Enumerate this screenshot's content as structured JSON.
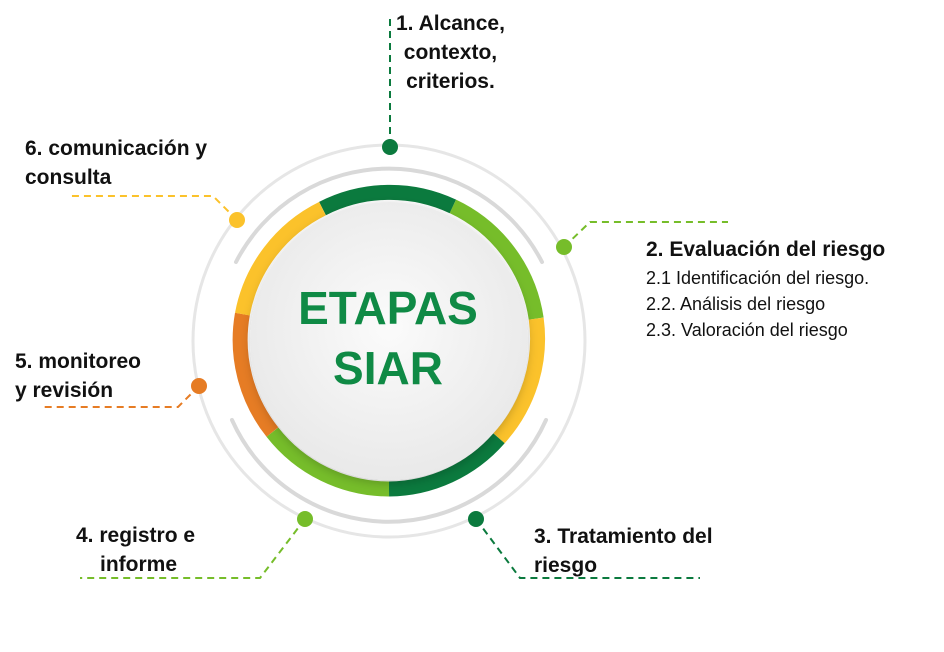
{
  "center": {
    "line1": "ETAPAS",
    "line2": "SIAR",
    "color": "#0f8a45"
  },
  "stages": [
    {
      "id": "alcance",
      "lines": [
        "1. Alcance,",
        "contexto,",
        "criterios."
      ],
      "color": "#0b7a3e"
    },
    {
      "id": "evaluacion",
      "lines": [
        "2. Evaluación del riesgo"
      ],
      "sublines": [
        "2.1 Identificación del riesgo.",
        "2.2. Análisis del riesgo",
        "2.3. Valoración del riesgo"
      ],
      "color": "#76bd2a"
    },
    {
      "id": "tratamiento",
      "lines": [
        "3. Tratamiento del",
        "riesgo"
      ],
      "color": "#0b7a3e"
    },
    {
      "id": "registro",
      "lines": [
        "4. registro e",
        "informe"
      ],
      "color": "#76bd2a"
    },
    {
      "id": "monitoreo",
      "lines": [
        "5. monitoreo",
        "y revisión"
      ],
      "color": "#e67c24"
    },
    {
      "id": "comunicacion",
      "lines": [
        "6. comunicación y",
        "consulta"
      ],
      "color": "#fbc22b"
    }
  ],
  "palette": {
    "dark_green": "#0b7a3e",
    "light_green": "#76bd2a",
    "yellow": "#fbc22b",
    "orange": "#e67c24",
    "ring_gray": "#dcdcdc",
    "inner_gray": "#efefef"
  }
}
